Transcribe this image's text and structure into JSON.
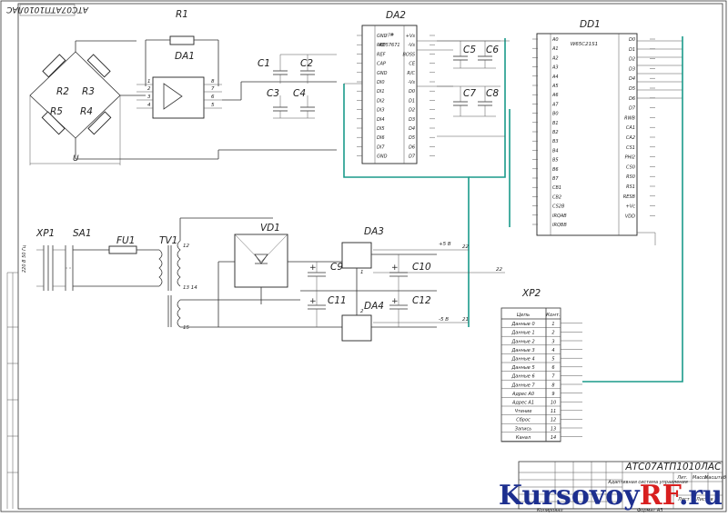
{
  "stamp_code": "АТС07АТП1010ЛАС",
  "watermark": {
    "part1": "Kursovoy",
    "part2": "RF",
    "part3": ".ru"
  },
  "components": {
    "r1": "R1",
    "da1": "DA1",
    "da2": "DA2",
    "dd1": "DD1",
    "r2": "R2",
    "r3": "R3",
    "r4": "R4",
    "r5": "R5",
    "c1": "C1",
    "c2": "C2",
    "c3": "C3",
    "c4": "C4",
    "c5": "C5",
    "c6": "C6",
    "c7": "C7",
    "c8": "C8",
    "c9": "C9",
    "c10": "C10",
    "c11": "C11",
    "c12": "C12",
    "xp1": "XP1",
    "sa1": "SA1",
    "fu1": "FU1",
    "tv1": "TV1",
    "vd1": "VD1",
    "da3": "DA3",
    "da4": "DA4",
    "xp2": "XP2",
    "bridge_u": "U"
  },
  "chips": {
    "da2_name": "AD57671",
    "dd1_name": "W65C21S1",
    "da2_left_pins": [
      "GND",
      "REF",
      "REF",
      "CAP",
      "GND",
      "DI0",
      "DI1",
      "DI2",
      "DI3",
      "DI4",
      "DI5",
      "DI6",
      "DI7",
      "GND"
    ],
    "da2_right_pins": [
      "+Vs",
      "-Vs",
      "BOSS",
      "CE",
      "R/C",
      "-Vs",
      "D0",
      "D1",
      "D2",
      "D3",
      "D4",
      "D5",
      "D6",
      "D7"
    ],
    "dd1_left_pins": [
      "A0",
      "A1",
      "A2",
      "A3",
      "A4",
      "A5",
      "A6",
      "A7",
      "B0",
      "B1",
      "B2",
      "B3",
      "B4",
      "B5",
      "B6",
      "B7",
      "CB1",
      "CB2",
      "CS2B",
      "IRQAB",
      "IRQBB"
    ],
    "dd1_right_pins": [
      "D0",
      "D1",
      "D2",
      "D3",
      "D4",
      "D5",
      "D6",
      "D7",
      "RWB",
      "CA1",
      "CA2",
      "CS1",
      "PHI2",
      "CS0",
      "RS0",
      "RS1",
      "RESB",
      "+Vc",
      "VDD"
    ]
  },
  "power": {
    "plus_5v": "+5 В",
    "minus_5v": "-5 В",
    "mains": "220 В 50 Гц"
  },
  "xp2": {
    "header_circuit": "Цепь",
    "header_contact": "Конт.",
    "rows": [
      {
        "name": "Данные 0",
        "pin": "1"
      },
      {
        "name": "Данные 1",
        "pin": "2"
      },
      {
        "name": "Данные 2",
        "pin": "3"
      },
      {
        "name": "Данные 3",
        "pin": "4"
      },
      {
        "name": "Данные 4",
        "pin": "5"
      },
      {
        "name": "Данные 5",
        "pin": "6"
      },
      {
        "name": "Данные 6",
        "pin": "7"
      },
      {
        "name": "Данные 7",
        "pin": "8"
      },
      {
        "name": "Адрес А0",
        "pin": "9"
      },
      {
        "name": "Адрес А1",
        "pin": "10"
      },
      {
        "name": "Чтение",
        "pin": "11"
      },
      {
        "name": "Сброс",
        "pin": "12"
      },
      {
        "name": "Запись",
        "pin": "13"
      },
      {
        "name": "Канал",
        "pin": "14"
      }
    ]
  },
  "title_block": {
    "code": "АТС07АТП1010ЛАС",
    "title": "Адаптивная система управления",
    "col_lit": "Лит.",
    "col_mass": "Масса",
    "col_scale": "Масштаб",
    "sheet": "Лист",
    "sheets": "Листов 1",
    "copied": "Копировал",
    "format": "Формат А3"
  }
}
